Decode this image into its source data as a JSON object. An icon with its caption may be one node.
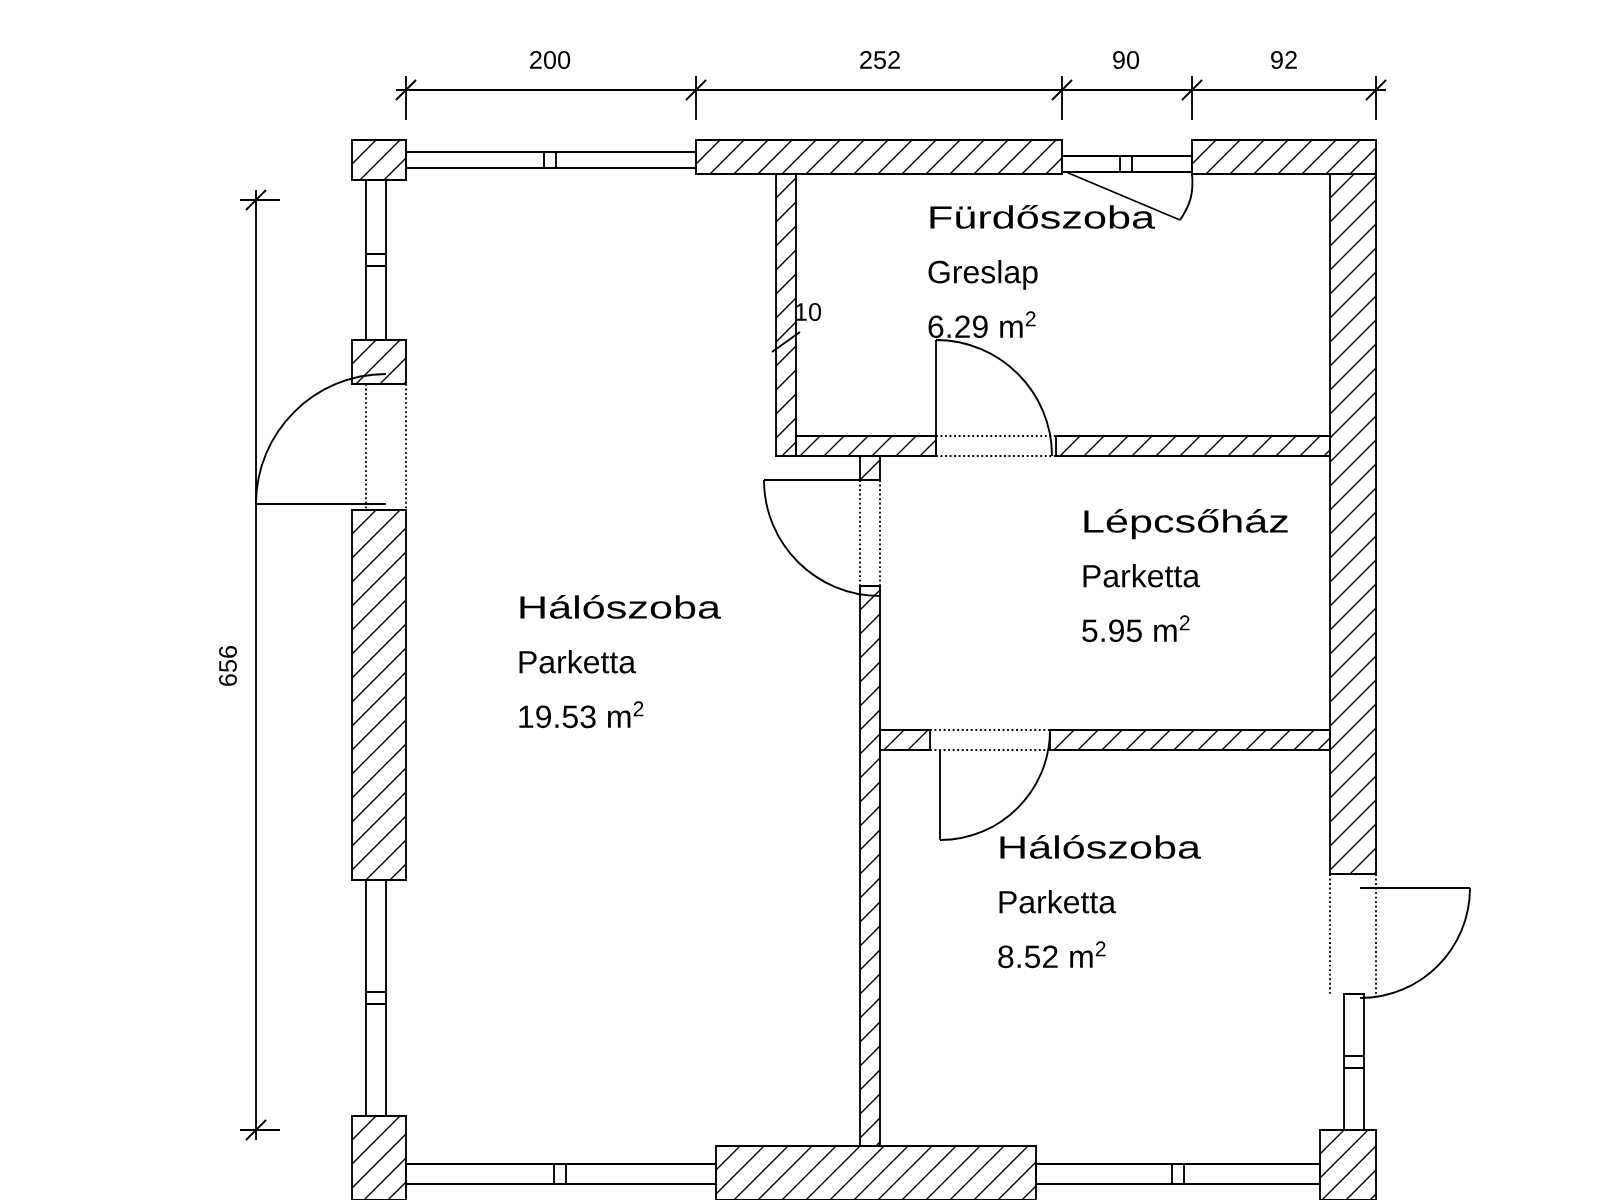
{
  "diagram": {
    "nodes": [
      {
        "text": [
          "Fürdőszoba",
          "Greslap",
          "6.29 m$^{2}$"
        ]
      },
      {
        "text": [
          "Lépcsőház",
          "Parketta",
          "5.95 m$^{2}$"
        ]
      },
      {
        "text": [
          "Hálószoba",
          "Parketta",
          "19.53 m$^{2}$"
        ]
      },
      {
        "text": [
          "Hálószoba",
          "Parketta",
          "8.52 m$^{2}$"
        ]
      }
    ],
    "labels": [
      "200",
      "252",
      "90",
      "92",
      "656",
      "10"
    ]
  }
}
